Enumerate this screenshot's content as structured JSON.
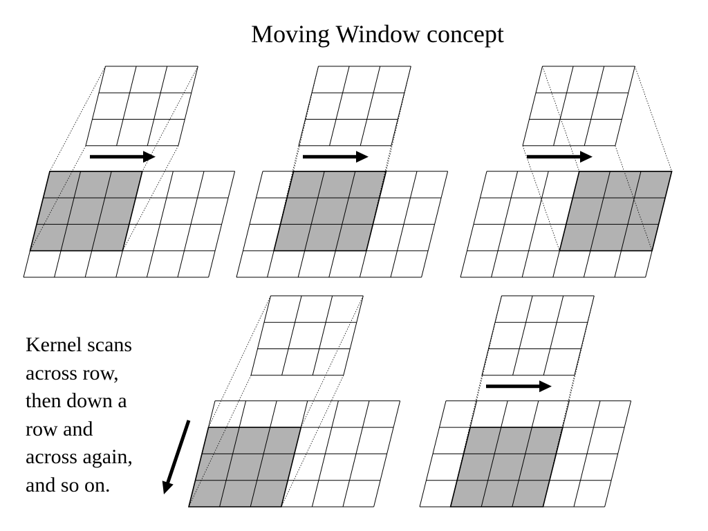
{
  "title": "Moving Window concept",
  "caption_lines": [
    "Kernel scans",
    "across row,",
    "then down a",
    "row and",
    "across again,",
    "and so on."
  ],
  "colors": {
    "line": "#000000",
    "window_fill": "#b2b2b2",
    "guide": "#000000",
    "background": "#ffffff"
  },
  "kernel": {
    "rows": 3,
    "cols": 3
  },
  "image_grid": {
    "rows": 4,
    "cols": 6
  },
  "panels": [
    {
      "step": 1,
      "window_row": 0,
      "window_col": 0,
      "scan_direction": "right"
    },
    {
      "step": 2,
      "window_row": 0,
      "window_col": 1,
      "scan_direction": "right"
    },
    {
      "step": 3,
      "window_row": 0,
      "window_col": 3,
      "scan_direction": "right"
    },
    {
      "step": 4,
      "window_row": 1,
      "window_col": 0,
      "scan_direction": "down"
    },
    {
      "step": 5,
      "window_row": 1,
      "window_col": 1,
      "scan_direction": "right"
    }
  ]
}
